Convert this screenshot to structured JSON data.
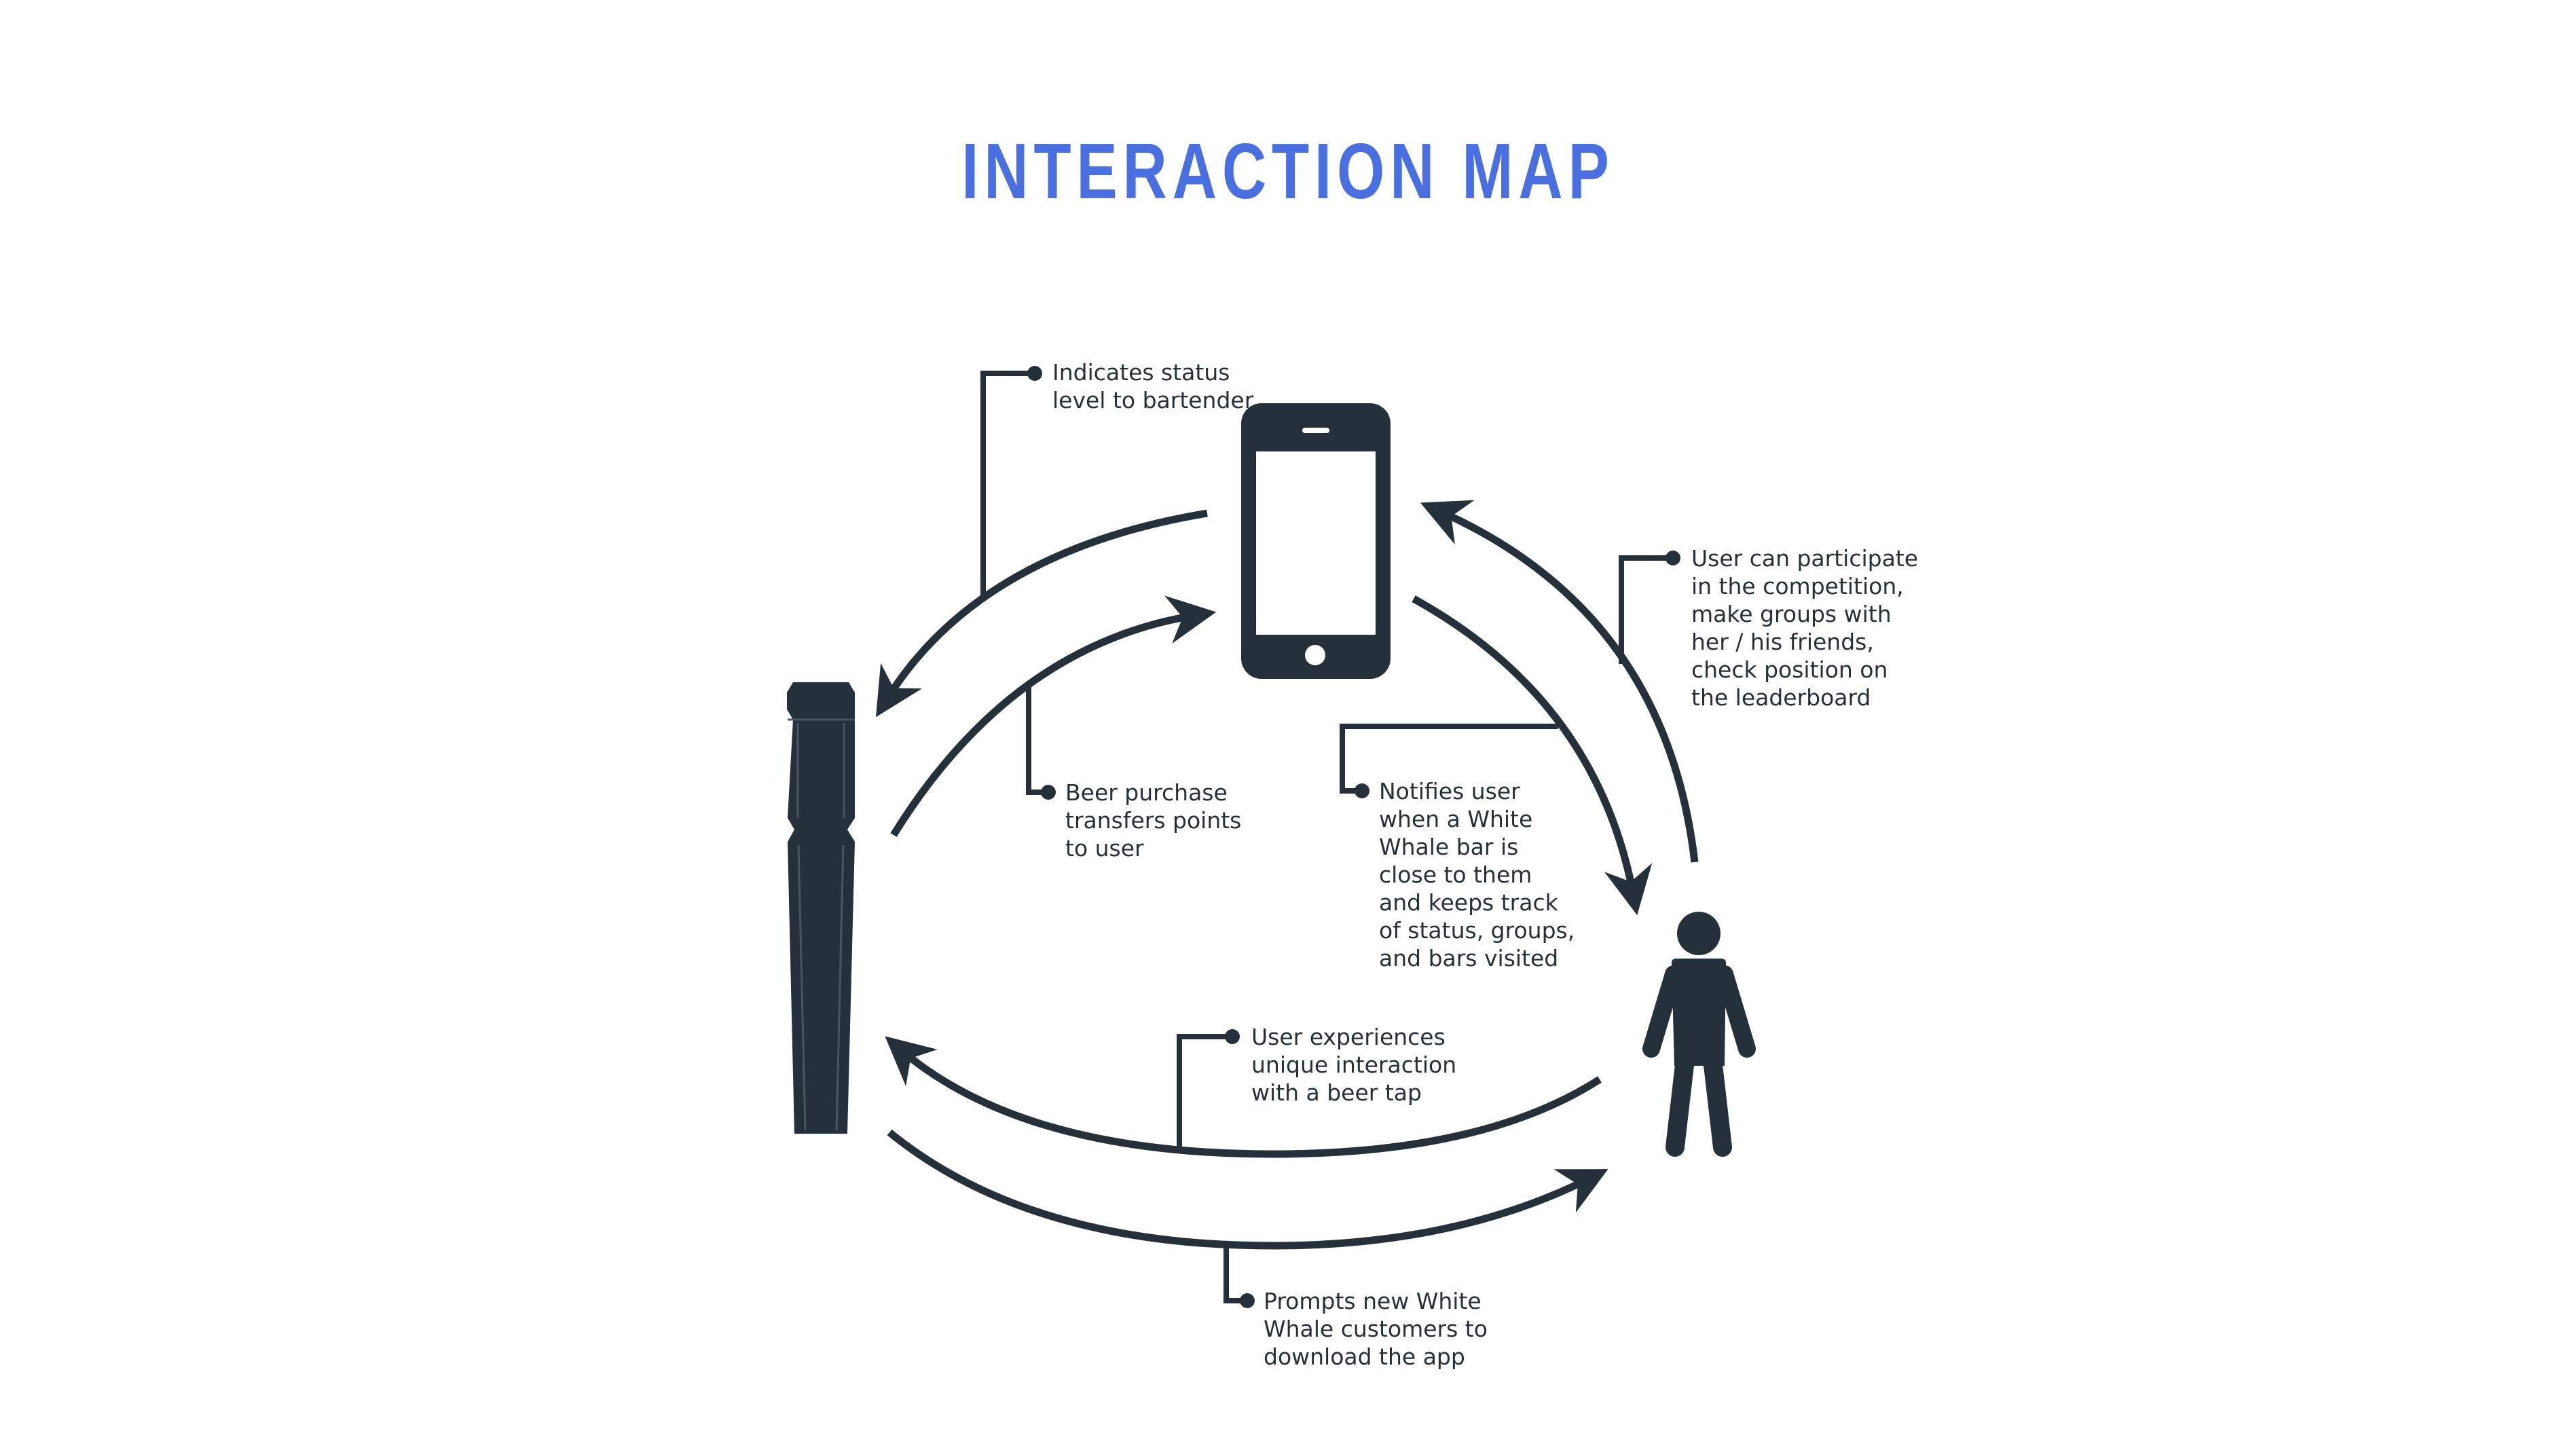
{
  "title": "INTERACTION MAP",
  "colors": {
    "title": "#4a6fe0",
    "ink": "#25303a",
    "background": "#ffffff"
  },
  "nodes": {
    "beer_tap": {
      "icon": "beer-tap-icon"
    },
    "phone": {
      "icon": "smartphone-icon"
    },
    "user": {
      "icon": "person-icon"
    }
  },
  "annotations": {
    "status_level": "Indicates status\nlevel to bartender",
    "beer_purchase": "Beer purchase\ntransfers points\nto user",
    "notifies_user": "Notifies user\nwhen a White\nWhale bar is\nclose to them\nand keeps track\nof status, groups,\nand bars visited",
    "participate": "User can participate\nin the competition,\nmake groups with\nher / his friends,\ncheck position on\nthe leaderboard",
    "unique_interaction": "User experiences\nunique interaction\nwith a beer tap",
    "prompts_download": "Prompts new White\nWhale customers to\ndownload the app"
  }
}
